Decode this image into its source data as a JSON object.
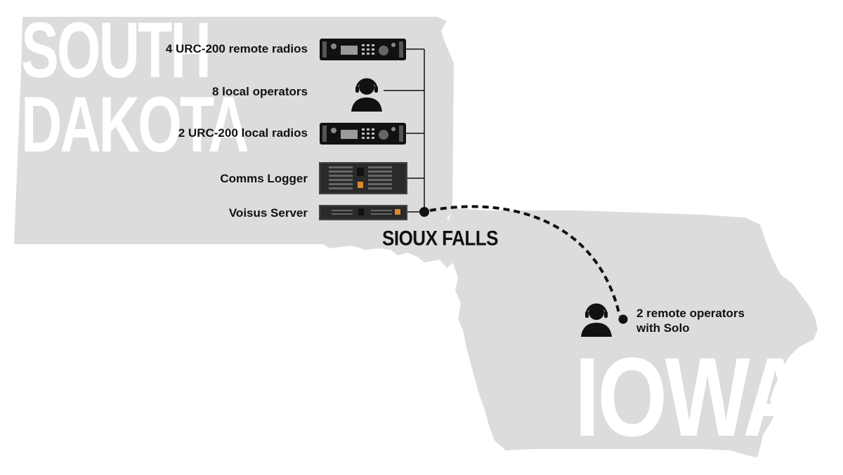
{
  "states": {
    "south_dakota": {
      "line1": "SOUTH",
      "line2": "DAKOTA"
    },
    "iowa": {
      "name": "IOWA"
    }
  },
  "hub": {
    "city": "SIOUX FALLS"
  },
  "equipment": [
    {
      "label": "4 URC-200 remote radios",
      "icon": "radio-unit-icon"
    },
    {
      "label": "8 local operators",
      "icon": "operator-headset-icon"
    },
    {
      "label": "2 URC-200 local radios",
      "icon": "radio-unit-icon"
    },
    {
      "label": "Comms Logger",
      "icon": "rack-server-4u-icon"
    },
    {
      "label": "Voisus Server",
      "icon": "rack-server-1u-icon"
    }
  ],
  "remote": {
    "line1": "2 remote operators",
    "line2": "with Solo",
    "icon": "operator-headset-icon"
  },
  "colors": {
    "map": "#dcdcdc",
    "map_text": "#ffffff",
    "ink": "#111111"
  }
}
